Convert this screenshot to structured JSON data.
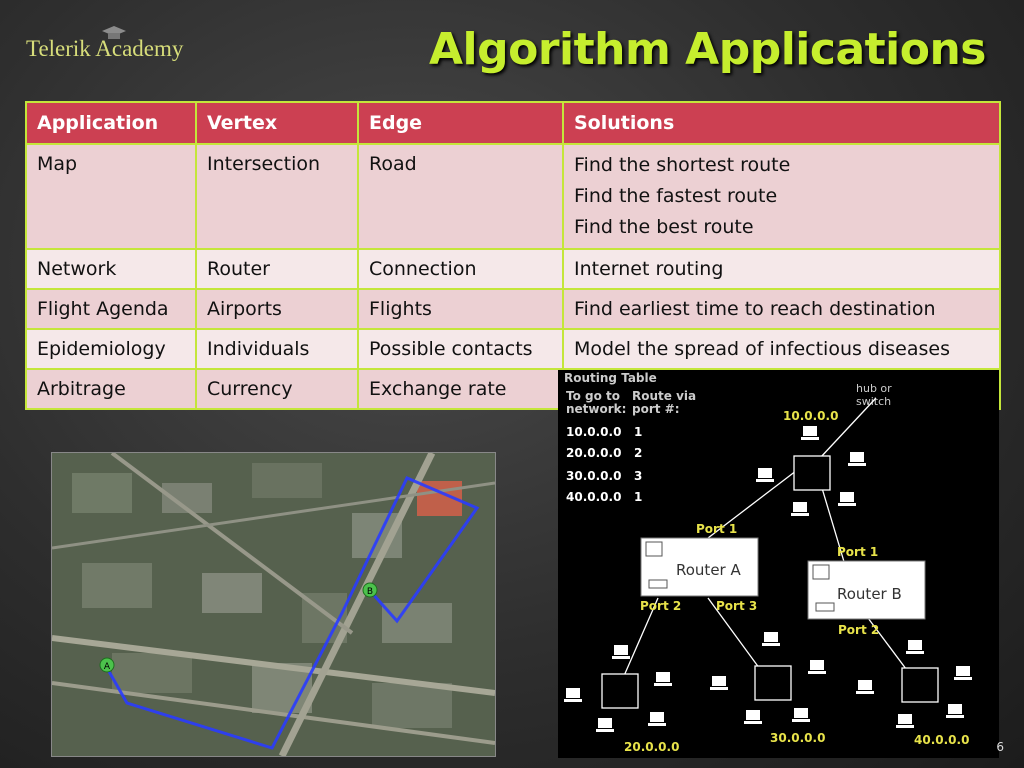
{
  "header": {
    "logo": "Telerik Academy",
    "title": "Algorithm Applications"
  },
  "table": {
    "columns": [
      "Application",
      "Vertex",
      "Edge",
      "Solutions"
    ],
    "rows": [
      {
        "application": "Map",
        "vertex": "Intersection",
        "edge": "Road",
        "solutions": [
          "Find the shortest route",
          "Find the fastest route",
          "Find the best route"
        ]
      },
      {
        "application": "Network",
        "vertex": "Router",
        "edge": "Connection",
        "solutions": [
          "Internet routing"
        ]
      },
      {
        "application": "Flight Agenda",
        "vertex": "Airports",
        "edge": "Flights",
        "solutions": [
          "Find earliest time to reach destination"
        ]
      },
      {
        "application": "Epidemiology",
        "vertex": "Individuals",
        "edge": "Possible contacts",
        "solutions": [
          "Model the spread of infectious diseases"
        ]
      },
      {
        "application": "Arbitrage",
        "vertex": "Currency",
        "edge": "Exchange rate",
        "solutions": [
          ""
        ]
      }
    ]
  },
  "map": {
    "marker_a": "A",
    "marker_b": "B"
  },
  "network": {
    "routing_title": "Routing Table",
    "col1": [
      "To go to",
      "network:"
    ],
    "col2": [
      "Route via",
      "port #:"
    ],
    "routes": [
      {
        "network": "10.0.0.0",
        "port": "1"
      },
      {
        "network": "20.0.0.0",
        "port": "2"
      },
      {
        "network": "30.0.0.0",
        "port": "3"
      },
      {
        "network": "40.0.0.0",
        "port": "1"
      }
    ],
    "hub_label": [
      "hub or",
      "switch"
    ],
    "router_a": "Router A",
    "router_b": "Router B",
    "port1_a": "Port 1",
    "port2_a": "Port 2",
    "port3_a": "Port 3",
    "port1_b": "Port 1",
    "port2_b": "Port 2",
    "net_top": "10.0.0.0",
    "net_left": "20.0.0.0",
    "net_mid": "30.0.0.0",
    "net_right": "40.0.0.0"
  },
  "footer": {
    "page_number": "6"
  }
}
